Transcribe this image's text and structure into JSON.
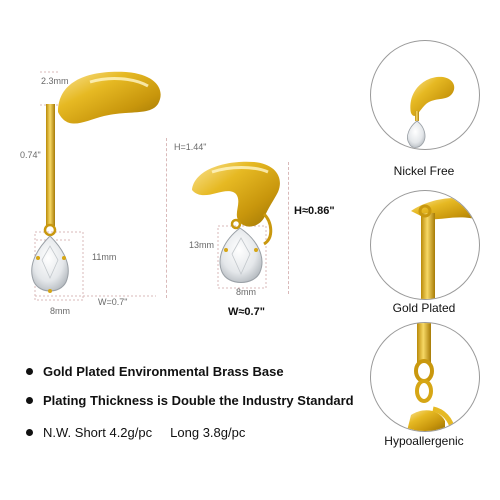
{
  "long_earring": {
    "dims": {
      "top_thickness": "2.3mm",
      "bar_length": "0.74\"",
      "total_height": "H=1.44\"",
      "stone_height": "11mm",
      "stone_width": "8mm",
      "total_width": "W=0.7\""
    }
  },
  "short_earring": {
    "dims": {
      "total_height": "H≈0.86\"",
      "stone_height": "13mm",
      "stone_width": "8mm",
      "total_width": "W≈0.7\""
    }
  },
  "features": [
    {
      "label": "Nickel Free",
      "icon": "earring-top-closeup"
    },
    {
      "label": "Gold Plated",
      "icon": "bar-closeup"
    },
    {
      "label": "Hypoallergenic",
      "icon": "chain-closeup"
    }
  ],
  "bullets": [
    "Gold Plated Environmental Brass Base",
    "Plating Thickness is Double the Industry Standard",
    "N.W. Short 4.2g/pc     Long 3.8g/pc"
  ],
  "colors": {
    "gold": "#d8a815",
    "gold_dark": "#9c7406",
    "gold_light": "#fbe59a",
    "circle_border": "#9a9a9a"
  }
}
